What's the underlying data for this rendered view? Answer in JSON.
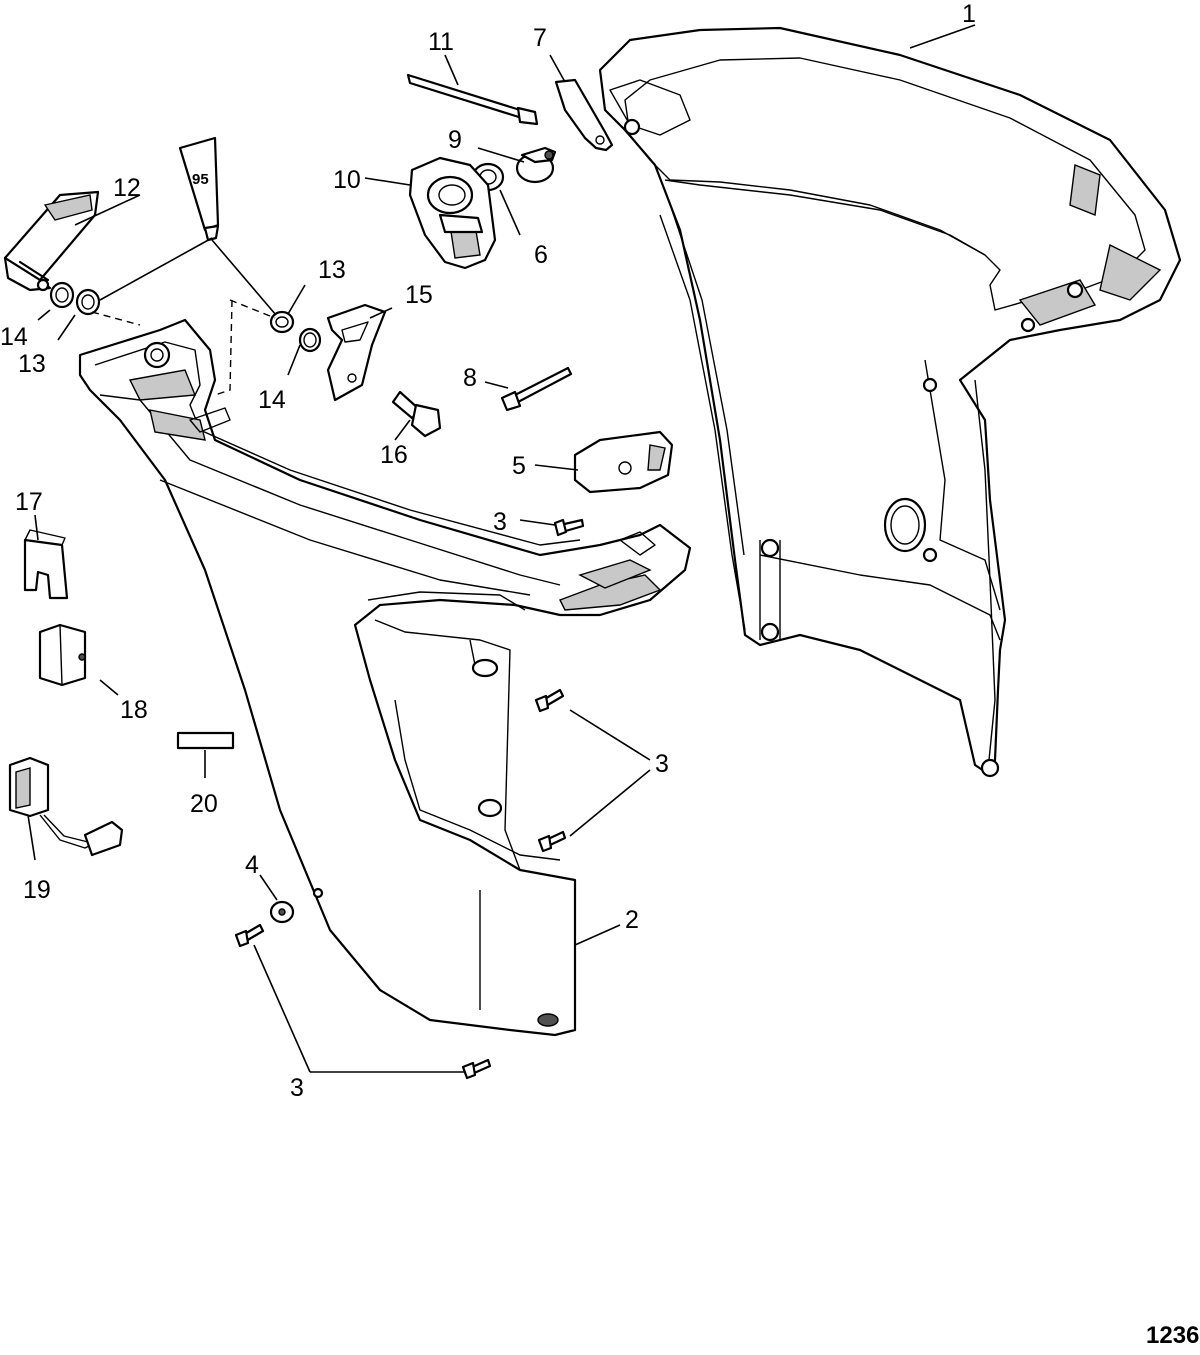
{
  "diagram": {
    "figure_number": "1236",
    "sealant_tube_label": "95",
    "callouts": {
      "c1": "1",
      "c2": "2",
      "c3a": "3",
      "c3b": "3",
      "c3c": "3",
      "c4": "4",
      "c5": "5",
      "c6": "6",
      "c7": "7",
      "c8": "8",
      "c9": "9",
      "c10": "10",
      "c11": "11",
      "c12": "12",
      "c13a": "13",
      "c13b": "13",
      "c14a": "14",
      "c14b": "14",
      "c15": "15",
      "c16": "16",
      "c17": "17",
      "c18": "18",
      "c19": "19",
      "c20": "20"
    }
  }
}
